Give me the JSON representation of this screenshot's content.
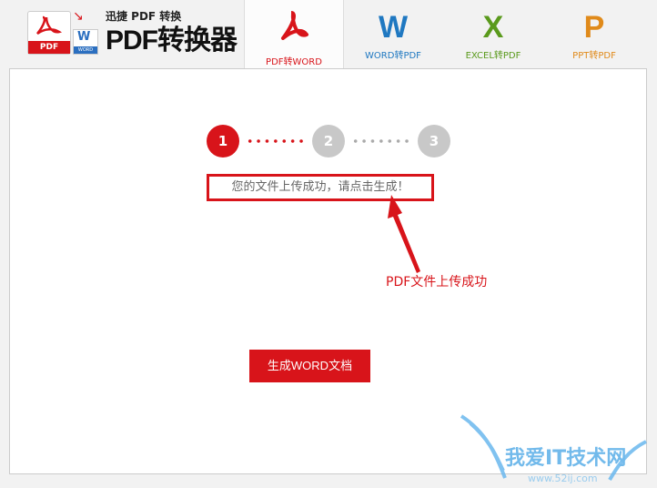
{
  "app": {
    "subtitle": "迅捷 PDF 转换",
    "title": "PDF转换器",
    "pdf_badge": "PDF",
    "word_badge": "WORD",
    "word_letter": "W"
  },
  "tabs": [
    {
      "icon": "pdf-acrobat-icon",
      "glyph": "⅄",
      "label": "PDF转WORD",
      "color": "#d8141a",
      "active": true
    },
    {
      "icon": "word-icon",
      "glyph": "W",
      "label": "WORD转PDF",
      "color": "#1f78c1"
    },
    {
      "icon": "excel-icon",
      "glyph": "X",
      "label": "EXCEL转PDF",
      "color": "#5a9a1c"
    },
    {
      "icon": "ppt-icon",
      "glyph": "P",
      "label": "PPT转PDF",
      "color": "#e08a1a"
    }
  ],
  "steps": [
    "1",
    "2",
    "3"
  ],
  "current_step": 1,
  "colors": {
    "accent": "#d8141a",
    "inactive": "#c8c8c8"
  },
  "message": "您的文件上传成功，请点击生成！",
  "callout": "PDF文件上传成功",
  "generate_button": "生成WORD文档",
  "watermark": "我爱IT技术网 www.52ij.com"
}
